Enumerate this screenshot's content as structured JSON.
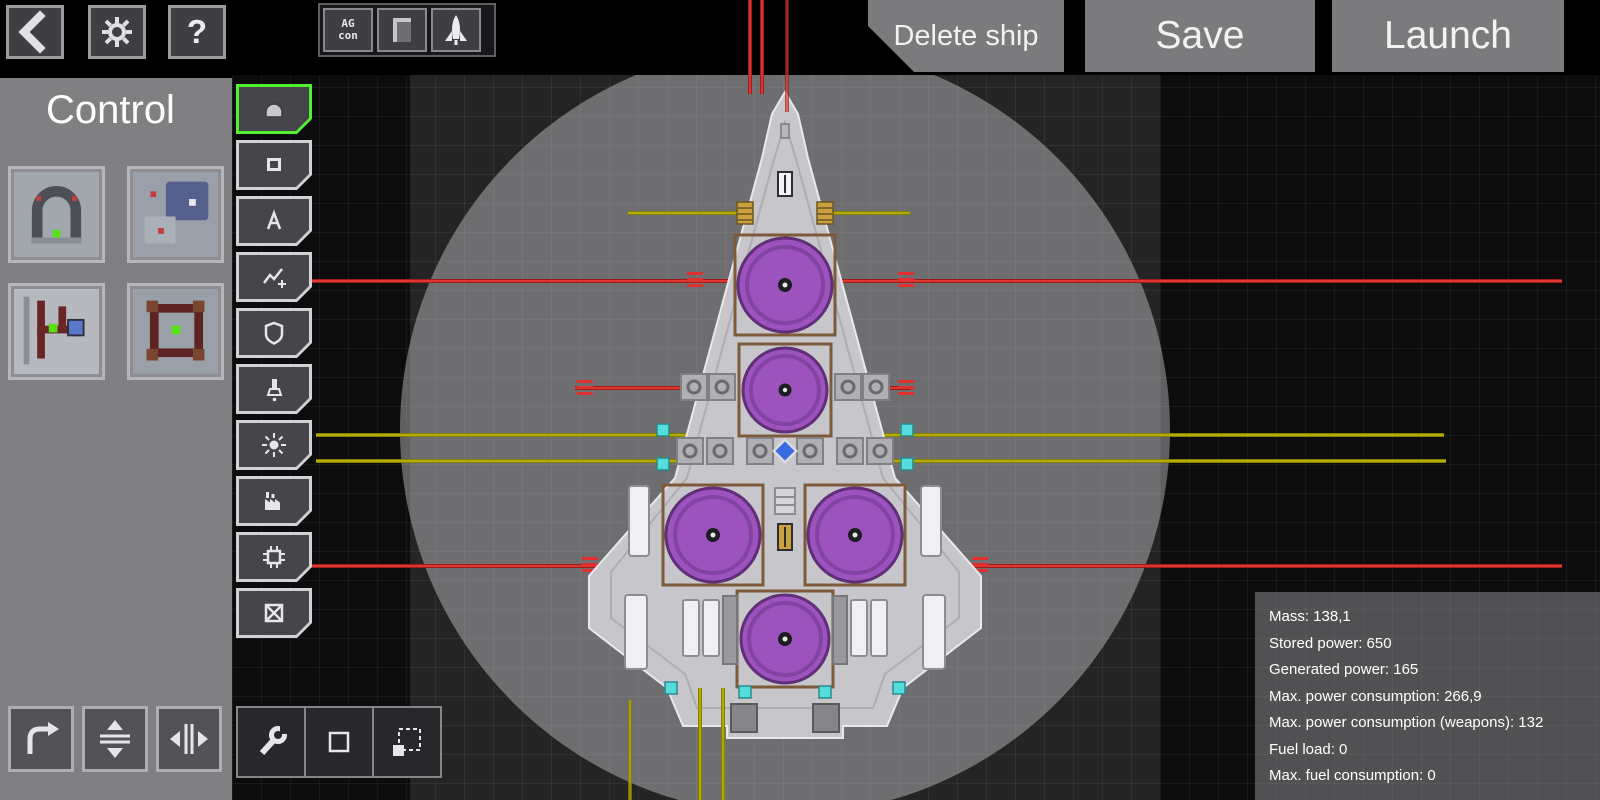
{
  "topbar": {
    "delete_label": "Delete ship",
    "save_label": "Save",
    "launch_label": "Launch",
    "help_label": "?",
    "ag_button_label": "AG\ncon"
  },
  "left_panel": {
    "title": "Control",
    "modules": [
      {
        "icon": "bridge-module-icon"
      },
      {
        "icon": "computer-module-icon"
      },
      {
        "icon": "conduit-module-icon"
      },
      {
        "icon": "frame-module-icon"
      }
    ]
  },
  "category_toolbar": {
    "items": [
      {
        "icon": "armor-icon",
        "selected": true
      },
      {
        "icon": "cockpit-icon",
        "selected": false
      },
      {
        "icon": "turret-icon",
        "selected": false
      },
      {
        "icon": "power-icon",
        "selected": false
      },
      {
        "icon": "shield-icon",
        "selected": false
      },
      {
        "icon": "thruster-icon",
        "selected": false
      },
      {
        "icon": "reactor-icon",
        "selected": false
      },
      {
        "icon": "factory-icon",
        "selected": false
      },
      {
        "icon": "electronics-icon",
        "selected": false
      },
      {
        "icon": "remove-icon",
        "selected": false
      }
    ]
  },
  "stats": {
    "lines": [
      "Mass: 138,1",
      "Stored power: 650",
      "Generated power: 165",
      "Max. power consumption: 266,9",
      "Max. power consumption (weapons): 132",
      "Fuel load: 0",
      "Max. fuel consumption: 0"
    ]
  },
  "colors": {
    "selection_green": "#52f032",
    "reactor_purple": "#9d53bd",
    "weapon_arc_red": "#ff4438",
    "weapon_arc_yellow": "#c8c000",
    "hull_gray": "#c7c7cb"
  }
}
